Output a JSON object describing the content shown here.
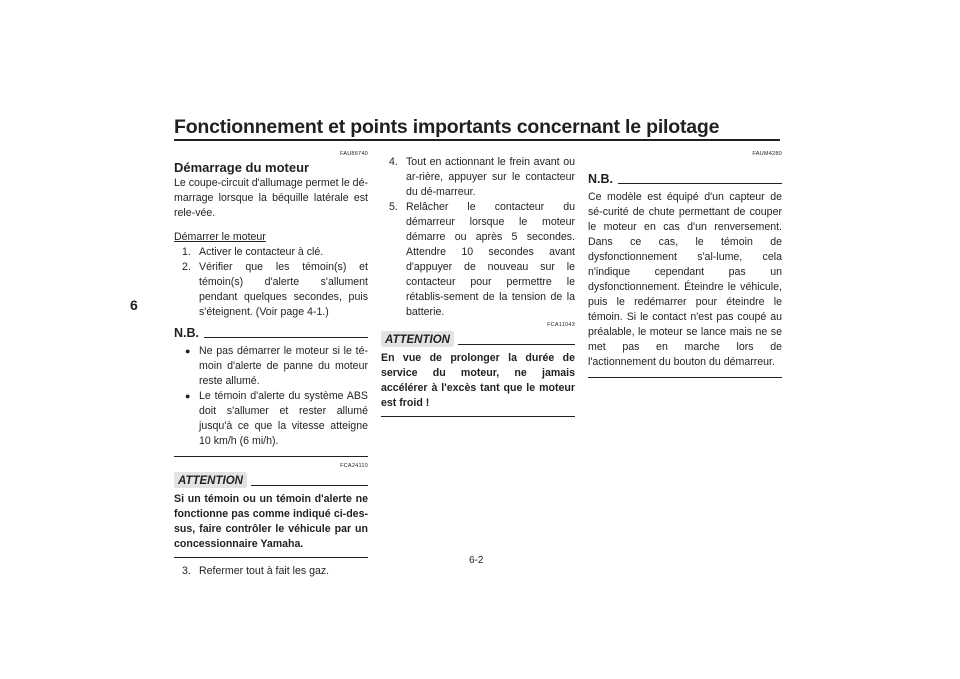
{
  "page": {
    "header_title": "Fonctionnement et points importants concernant le pilotage",
    "chapter_tab": "6",
    "page_number": "6-2"
  },
  "col1": {
    "code1": "FAU86740",
    "heading": "Démarrage du moteur",
    "intro": "Le coupe-circuit d'allumage permet le dé-marrage lorsque la béquille latérale est rele-vée.",
    "subheading": "Démarrer le moteur",
    "steps": [
      {
        "num": "1.",
        "text": "Activer le contacteur à clé."
      },
      {
        "num": "2.",
        "text": "Vérifier que les témoin(s) et témoin(s) d'alerte s'allument pendant quelques secondes, puis s'éteignent. (Voir page 4-1.)"
      }
    ],
    "nb_label": "N.B.",
    "nb_bullets": [
      "Ne pas démarrer le moteur si le té-moin d'alerte de panne du moteur reste allumé.",
      "Le témoin d'alerte du système ABS doit s'allumer et rester allumé jusqu'à ce que la vitesse atteigne 10 km/h (6 mi/h)."
    ],
    "code2": "FCA24110",
    "attention_label": "ATTENTION",
    "attention_text": "Si un témoin ou un témoin d'alerte ne fonctionne pas comme indiqué ci-des-sus, faire contrôler le véhicule par un concessionnaire Yamaha.",
    "step3": {
      "num": "3.",
      "text": "Refermer tout à fait les gaz."
    }
  },
  "col2": {
    "steps": [
      {
        "num": "4.",
        "text": "Tout en actionnant le frein avant ou ar-rière, appuyer sur le contacteur du dé-marreur."
      },
      {
        "num": "5.",
        "text": "Relâcher le contacteur du démarreur lorsque le moteur démarre ou après 5 secondes. Attendre 10 secondes avant d'appuyer de nouveau sur le contacteur pour permettre le rétablis-sement de la tension de la batterie."
      }
    ],
    "code": "FCA11043",
    "attention_label": "ATTENTION",
    "attention_text": "En vue de prolonger la durée de service du moteur, ne jamais accélérer à l'excès tant que le moteur est froid !"
  },
  "col3": {
    "code": "FAUM4280",
    "nb_label": "N.B.",
    "nb_text": "Ce modèle est équipé d'un capteur de sé-curité de chute permettant de couper le moteur en cas d'un renversement. Dans ce cas, le témoin de dysfonctionnement s'al-lume, cela n'indique cependant pas un dysfonctionnement. Éteindre le véhicule, puis le redémarrer pour éteindre le témoin. Si le contact n'est pas coupé au préalable, le moteur se lance mais ne se met pas en marche lors de l'actionnement du bouton du démarreur."
  }
}
